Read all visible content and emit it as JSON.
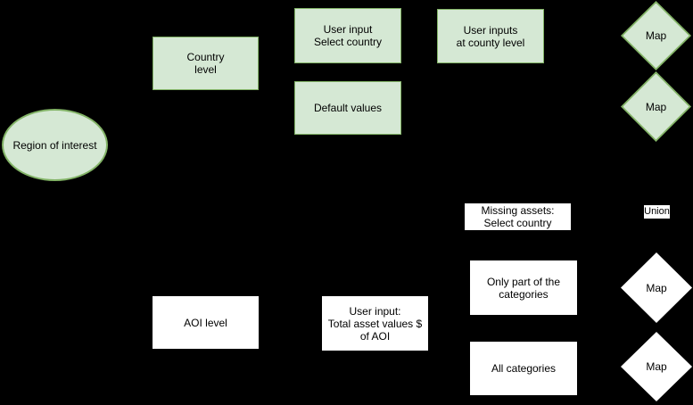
{
  "diagram": {
    "background": "#000000",
    "palette": {
      "green_fill": "#d5e8d4",
      "green_stroke": "#82b366",
      "white_fill": "#ffffff",
      "text_color": "#000000"
    },
    "nodes": {
      "region_of_interest": {
        "label": "Region of interest",
        "shape": "ellipse",
        "style": "green"
      },
      "country_level": {
        "label": "Country\nlevel",
        "shape": "rect",
        "style": "green"
      },
      "user_input_select_country": {
        "label": "User input\nSelect country",
        "shape": "rect",
        "style": "green"
      },
      "user_inputs_at_county_level": {
        "label": "User inputs\nat county level",
        "shape": "rect",
        "style": "green"
      },
      "default_values": {
        "label": "Default values",
        "shape": "rect",
        "style": "green"
      },
      "map_top_1": {
        "label": "Map",
        "shape": "diamond",
        "style": "green"
      },
      "map_top_2": {
        "label": "Map",
        "shape": "diamond",
        "style": "green"
      },
      "union": {
        "label": "Union",
        "shape": "text",
        "style": "white"
      },
      "missing_assets": {
        "label": "Missing assets:\nSelect country",
        "shape": "rect",
        "style": "white"
      },
      "only_part_categories": {
        "label": "Only part of the\ncategories",
        "shape": "rect",
        "style": "white"
      },
      "all_categories": {
        "label": "All categories",
        "shape": "rect",
        "style": "white"
      },
      "aoi_level": {
        "label": "AOI level",
        "shape": "rect",
        "style": "white"
      },
      "user_input_total_asset": {
        "label": "User input:\nTotal asset values $\nof AOI",
        "shape": "rect",
        "style": "white"
      },
      "map_bottom_1": {
        "label": "Map",
        "shape": "diamond",
        "style": "white"
      },
      "map_bottom_2": {
        "label": "Map",
        "shape": "diamond",
        "style": "white"
      }
    }
  }
}
